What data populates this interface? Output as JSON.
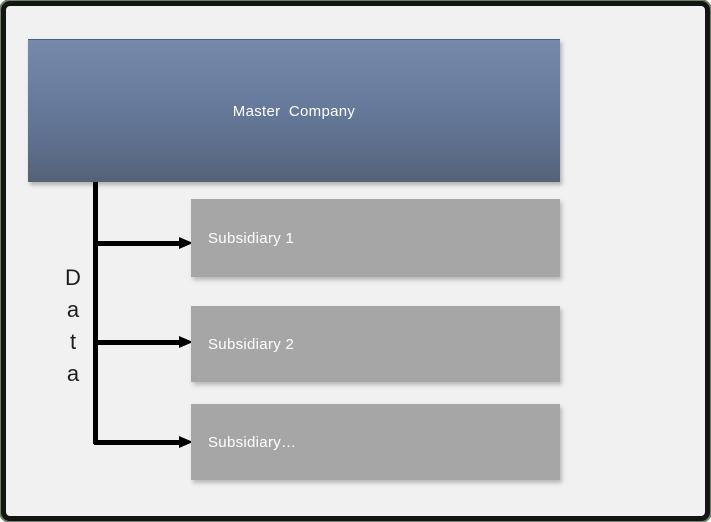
{
  "diagram": {
    "master": {
      "label": "Master Company"
    },
    "subsidiaries": [
      {
        "label": "Subsidiary 1"
      },
      {
        "label": "Subsidiary 2"
      },
      {
        "label": "Subsidiary…"
      }
    ],
    "flow_label": "Data",
    "flow_letters": [
      "D",
      "a",
      "t",
      "a"
    ],
    "colors": {
      "master_top": "#7689ab",
      "master_bottom": "#556177",
      "subsidiary": "#a6a6a6",
      "background": "#f1f1f1",
      "border": "#141414",
      "arrow": "#000000",
      "label_text": "#ffffff",
      "data_text": "#1d1d1d"
    }
  }
}
